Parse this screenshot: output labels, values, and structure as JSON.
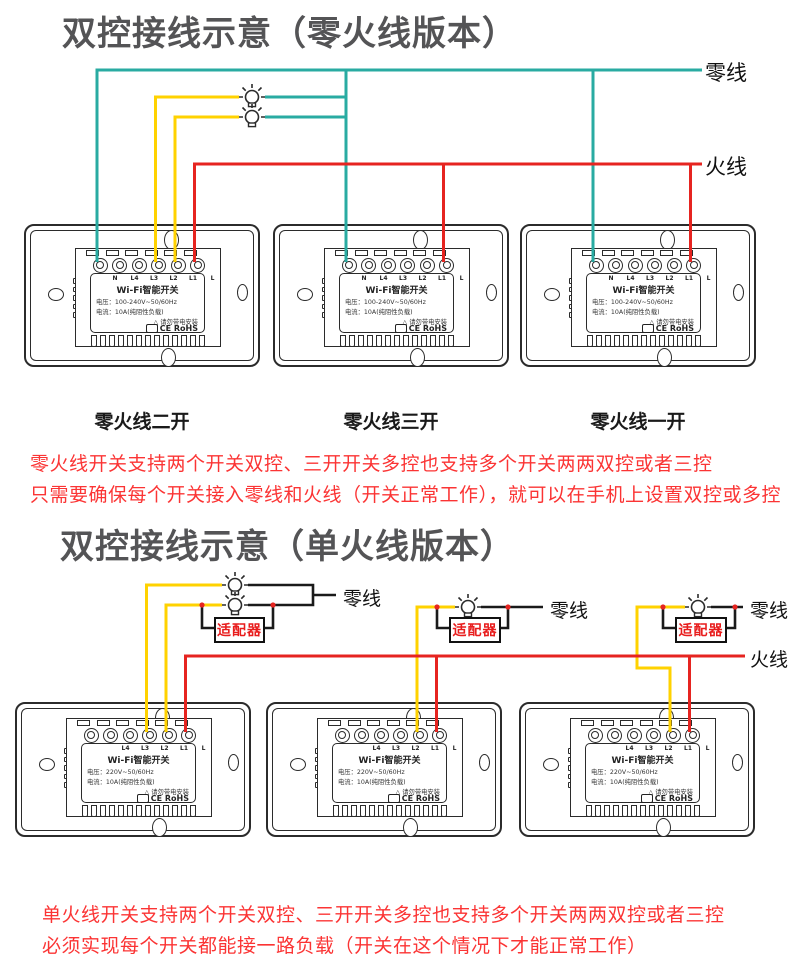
{
  "sections": {
    "s1": {
      "title": "双控接线示意（零火线版本）",
      "neutral_label": "零线",
      "live_label": "火线",
      "captions": [
        "零火线二开",
        "零火线三开",
        "零火线一开"
      ],
      "note1": "零火线开关支持两个开关双控、三开开关多控也支持多个开关两两双控或者三控",
      "note2": "只需要确保每个开关接入零线和火线（开关正常工作），就可以在手机上设置双控或多控"
    },
    "s2": {
      "title": "双控接线示意（单火线版本）",
      "neutral_label": "零线",
      "live_label": "火线",
      "adapter_label": "适配器",
      "note1": "单火线开关支持两个开关双控、三开开关多控也支持多个开关两两双控或者三控",
      "note2": "必须实现每个开关都能接一路负载（开关在这个情况下才能正常工作）"
    }
  },
  "panel": {
    "name": "Wi-Fi智能开关",
    "terminals_nl": [
      "N",
      "L4",
      "L3",
      "L2",
      "L1",
      "L"
    ],
    "terminals_single": [
      "",
      "L4",
      "L3",
      "L2",
      "L1",
      "L"
    ],
    "voltage_nl": "电压：100-240V~50/60Hz",
    "voltage_single": "电压：220V~50/60Hz",
    "current": "电流：10A(纯阻性负载)",
    "warning_icon": "△",
    "warning": "请勿带电安装",
    "cert": "CE RoHS"
  },
  "colors": {
    "neutral_wire": "#29aba2",
    "live_wire": "#e62420",
    "lamp_wire": "#ffd200",
    "black_wire": "#1a1a1a",
    "note_text": "#fb3434",
    "adapter_text": "#e81c1c",
    "title_text": "#545456"
  }
}
